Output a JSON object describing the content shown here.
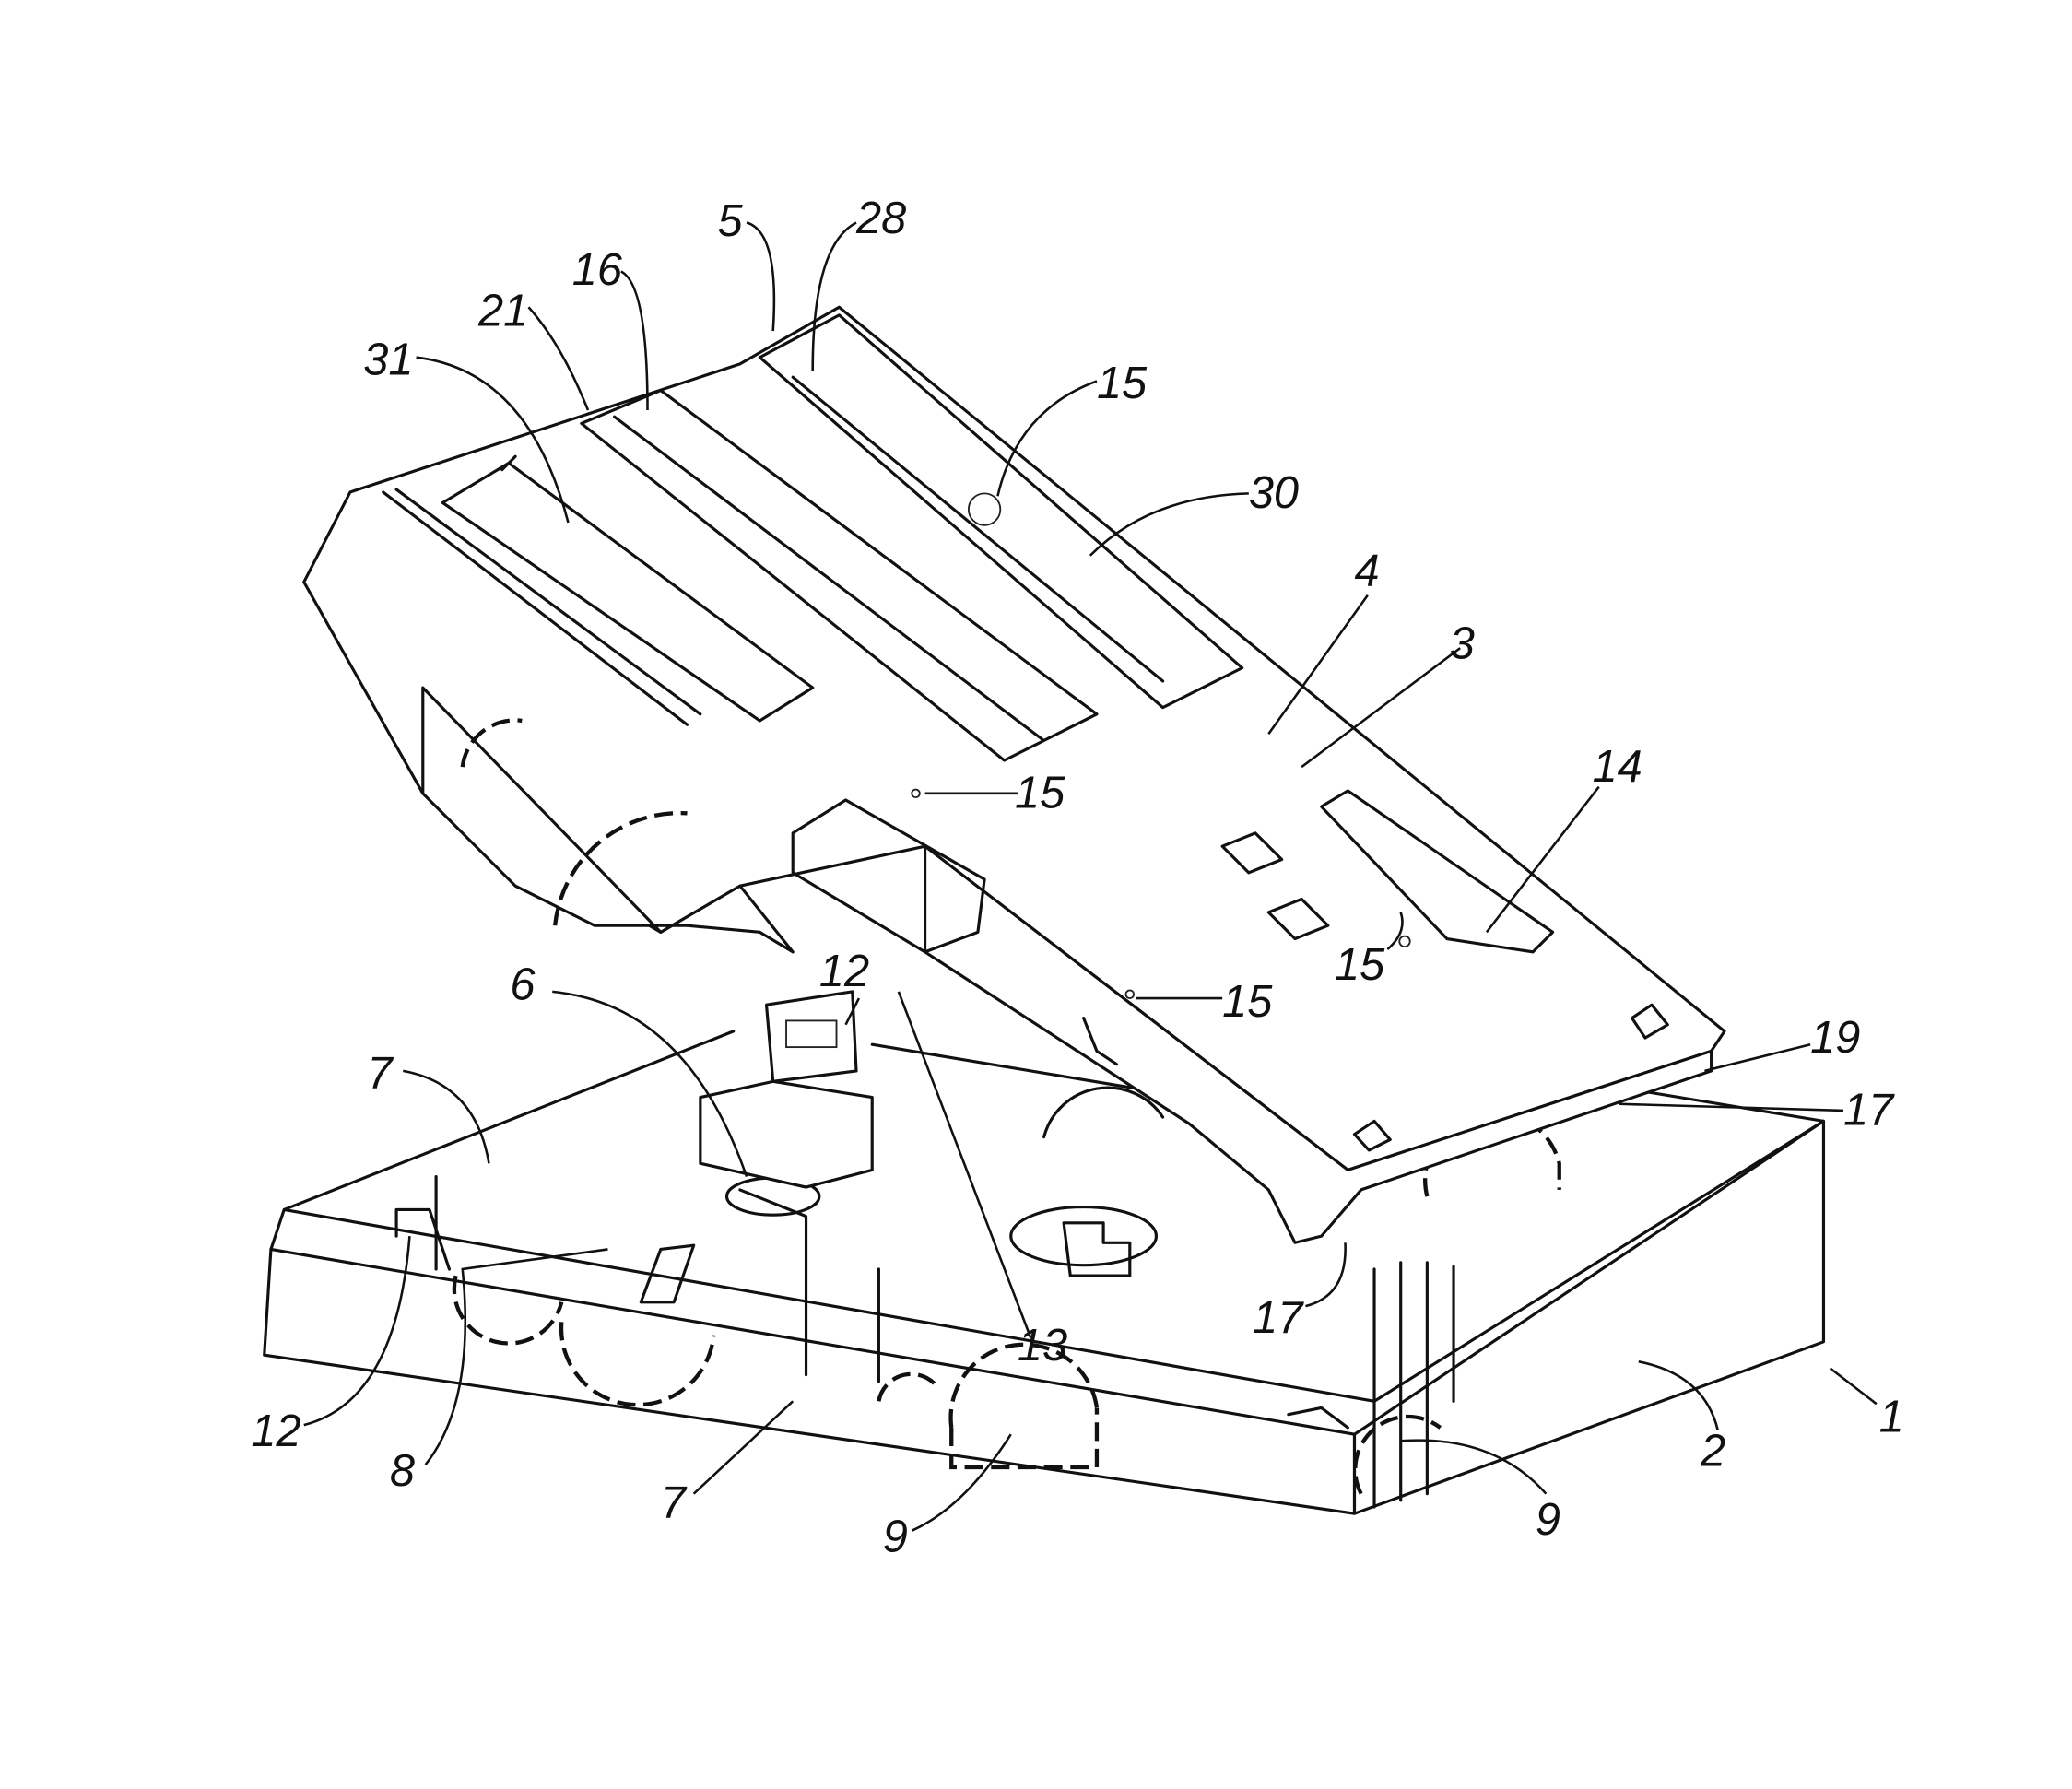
{
  "figure": {
    "reference_numerals": [
      {
        "id": "n5",
        "text": "5"
      },
      {
        "id": "n28",
        "text": "28"
      },
      {
        "id": "n16",
        "text": "16"
      },
      {
        "id": "n21",
        "text": "21"
      },
      {
        "id": "n31",
        "text": "31"
      },
      {
        "id": "n15a",
        "text": "15"
      },
      {
        "id": "n30",
        "text": "30"
      },
      {
        "id": "n4",
        "text": "4"
      },
      {
        "id": "n3",
        "text": "3"
      },
      {
        "id": "n14",
        "text": "14"
      },
      {
        "id": "n15b",
        "text": "15"
      },
      {
        "id": "n15c",
        "text": "15"
      },
      {
        "id": "n15d",
        "text": "15"
      },
      {
        "id": "n12a",
        "text": "12"
      },
      {
        "id": "n6",
        "text": "6"
      },
      {
        "id": "n7a",
        "text": "7"
      },
      {
        "id": "n13",
        "text": "13"
      },
      {
        "id": "n19",
        "text": "19"
      },
      {
        "id": "n17a",
        "text": "17"
      },
      {
        "id": "n17b",
        "text": "17"
      },
      {
        "id": "n12b",
        "text": "12"
      },
      {
        "id": "n8",
        "text": "8"
      },
      {
        "id": "n7b",
        "text": "7"
      },
      {
        "id": "n9a",
        "text": "9"
      },
      {
        "id": "n9b",
        "text": "9"
      },
      {
        "id": "n2",
        "text": "2"
      },
      {
        "id": "n1",
        "text": "1"
      }
    ]
  }
}
